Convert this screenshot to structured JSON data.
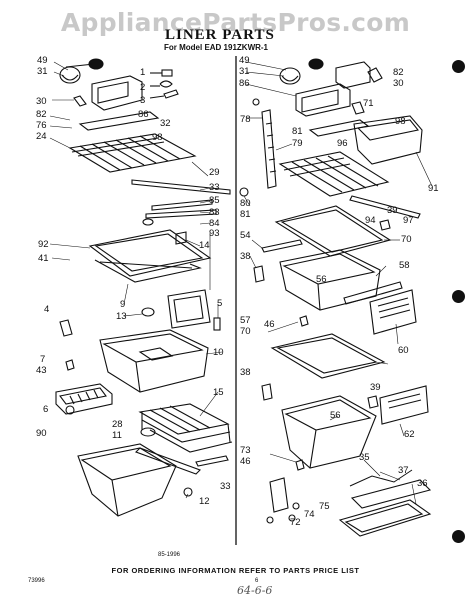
{
  "watermark": "AppliancePartsPros.com",
  "title": "LINER PARTS",
  "model_line": "For Model EAD 191ZKWR-1",
  "footer_text": "FOR ORDERING INFORMATION REFER TO PARTS PRICE LIST",
  "code_text": "85-1996",
  "page_num": "6",
  "ref_num": "73996",
  "handwritten": "64-6-6",
  "labels": {
    "l49": "49",
    "l31": "31",
    "l30": "30",
    "l82": "82",
    "l76": "76",
    "l24": "24",
    "l1": "1",
    "l2": "2",
    "l3": "3",
    "l86": "86",
    "l32": "32",
    "l98": "98",
    "l29": "29",
    "l33": "33",
    "l85": "85",
    "l83": "83",
    "l84": "84",
    "l93": "93",
    "l92": "92",
    "l41": "41",
    "l14": "14",
    "l9": "9",
    "l13": "13",
    "l5": "5",
    "l4": "4",
    "l10": "10",
    "l7": "7",
    "l43": "43",
    "l6": "6",
    "l28": "28",
    "l15": "15",
    "l11": "11",
    "l90": "90",
    "l12": "12",
    "l33b": "33",
    "r49": "49",
    "r31": "31",
    "r86": "86",
    "r82": "82",
    "r30": "30",
    "r71": "71",
    "r78": "78",
    "r81": "81",
    "r79": "79",
    "r96": "96",
    "r98": "98",
    "r91": "91",
    "r80": "80",
    "r81b": "81",
    "r94": "94",
    "r97": "97",
    "r39": "39",
    "r70": "70",
    "r54": "54",
    "r38": "38",
    "r56": "56",
    "r58": "58",
    "r57": "57",
    "r46": "46",
    "r70b": "70",
    "r60": "60",
    "r38b": "38",
    "r39b": "39",
    "r56b": "56",
    "r62": "62",
    "r73": "73",
    "r46b": "46",
    "r35": "35",
    "r37": "37",
    "r36": "36",
    "r75": "75",
    "r74": "74",
    "r72": "72"
  }
}
